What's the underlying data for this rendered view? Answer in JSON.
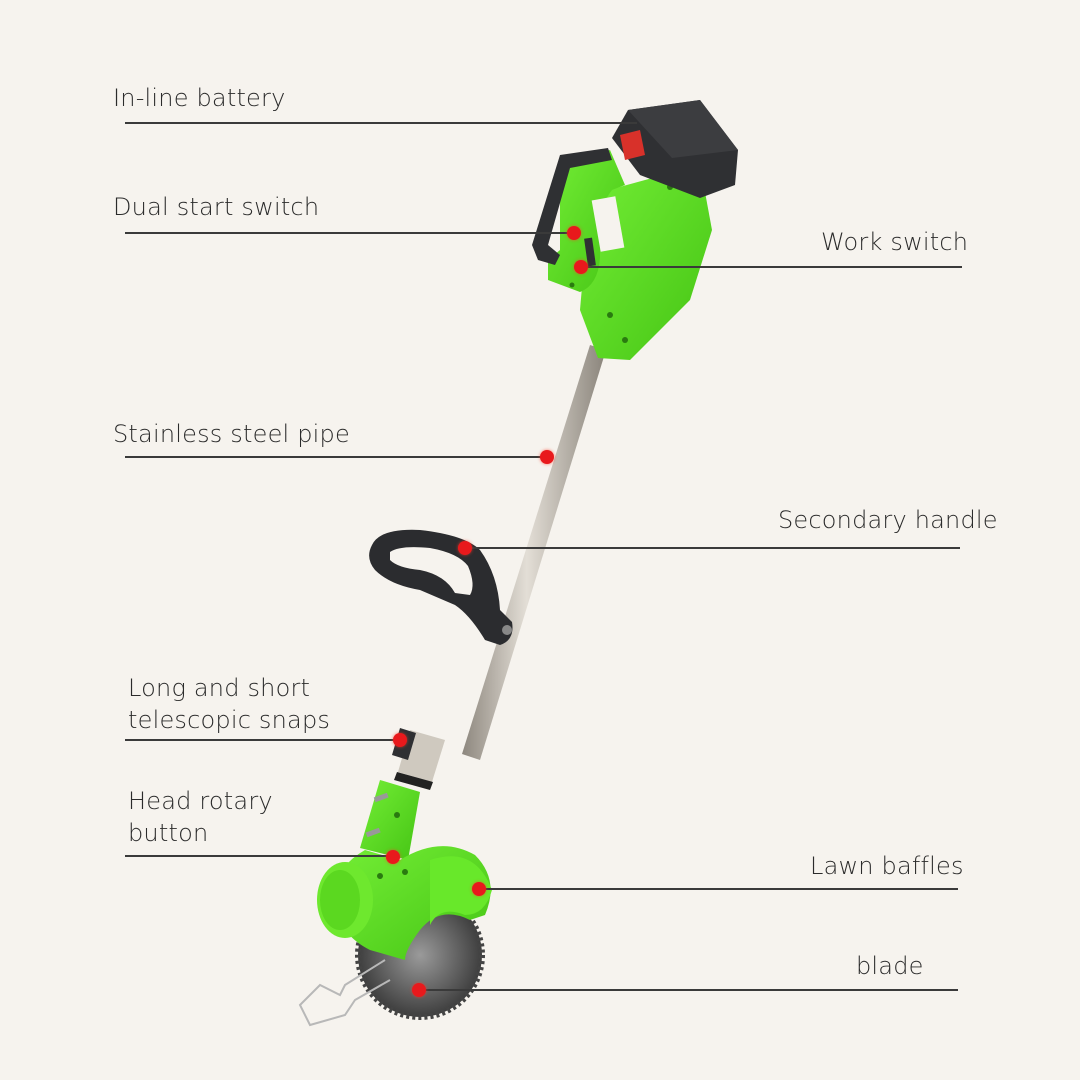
{
  "image": {
    "background": "#f6f3ee",
    "subject": "Cordless electric grass trimmer with circular saw blade",
    "colors": {
      "body_green": "#5ee022",
      "body_dark": "#2f3033",
      "battery_latch": "#d8312a",
      "steel_pipe": "#b8b2a8",
      "marker_red": "#e8191c",
      "line_color": "#3a3a3a",
      "text_color": "#2b2b2b"
    }
  },
  "callouts": [
    {
      "id": "inline-battery",
      "label": "In-line battery",
      "side": "left"
    },
    {
      "id": "dual-start-switch",
      "label": "Dual start switch",
      "side": "left"
    },
    {
      "id": "work-switch",
      "label": "Work switch",
      "side": "right"
    },
    {
      "id": "stainless-steel-pipe",
      "label": "Stainless steel pipe",
      "side": "left"
    },
    {
      "id": "secondary-handle",
      "label": "Secondary handle",
      "side": "right"
    },
    {
      "id": "telescopic-snaps",
      "label_line1": "Long and short",
      "label_line2": "telescopic snaps",
      "side": "left"
    },
    {
      "id": "head-rotary-button",
      "label_line1": "Head rotary",
      "label_line2": "button",
      "side": "left"
    },
    {
      "id": "lawn-baffles",
      "label": "Lawn baffles",
      "side": "right"
    },
    {
      "id": "blade",
      "label": "blade",
      "side": "right"
    }
  ]
}
